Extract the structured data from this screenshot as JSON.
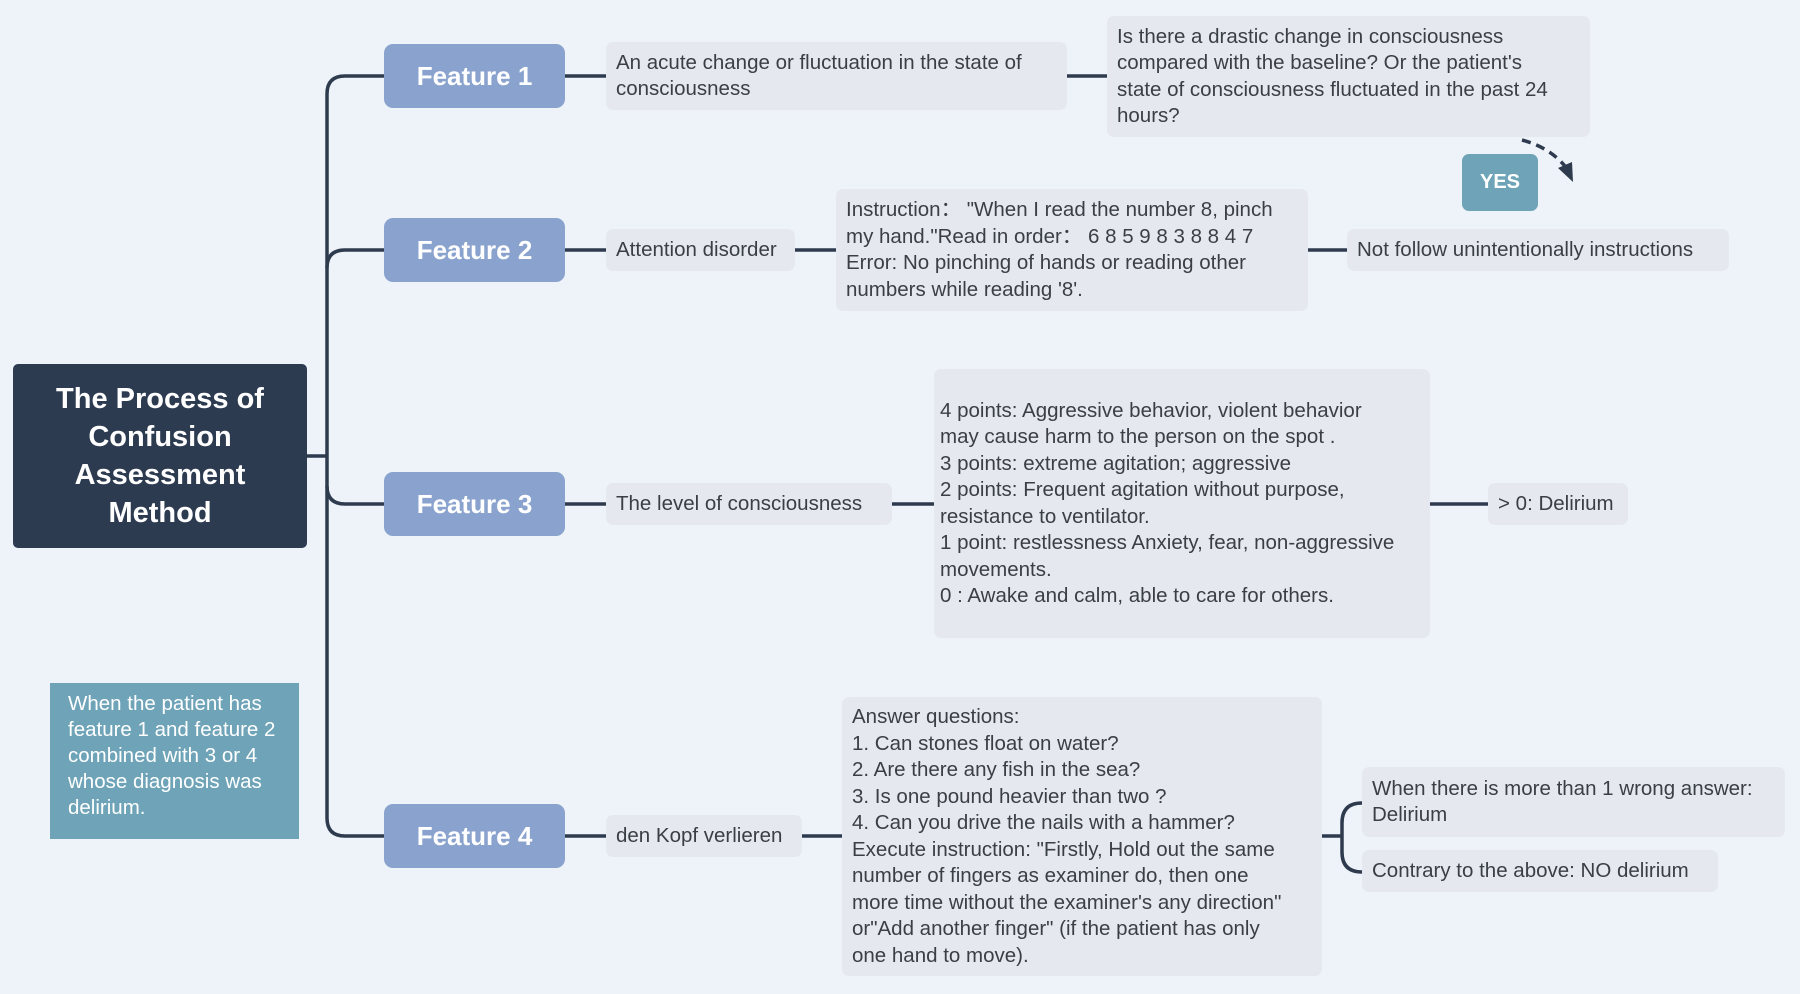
{
  "root": {
    "lines": [
      "The Process of",
      "Confusion",
      "Assessment",
      "Method"
    ]
  },
  "features": [
    {
      "label": "Feature 1",
      "description": [
        "An acute change or fluctuation in the state of",
        "consciousness"
      ],
      "detail": [
        "Is there a drastic change in consciousness",
        "compared  with the baseline? Or  the patient's",
        "state of consciousness fluctuated in the past 24",
        "hours?"
      ]
    },
    {
      "label": "Feature 2",
      "description": [
        "Attention disorder"
      ],
      "detail": [
        "Instruction： \"When I read the number 8, pinch",
        "my hand.\"Read in order： 6 8 5 9 8 3 8 8 4 7",
        "Error: No pinching of hands or reading other",
        "numbers while reading '8'."
      ],
      "result": "Not follow unintentionally instructions"
    },
    {
      "label": "Feature 3",
      "description": [
        "The level of consciousness"
      ],
      "detail": [
        "4 points: Aggressive behavior, violent behavior",
        "may cause harm to the person on the spot .",
        "3 points: extreme agitation; aggressive",
        "2 points: Frequent agitation without purpose,",
        "resistance to ventilator.",
        "1 point: restlessness Anxiety, fear, non-aggressive",
        "movements.",
        "0 : Awake and calm, able to care for others."
      ],
      "result": "> 0: Delirium"
    },
    {
      "label": "Feature 4",
      "description": [
        "den Kopf verlieren"
      ],
      "detail": [
        "Answer questions:",
        "1. Can stones float on water?",
        "2. Are there any fish in the sea?",
        "3. Is one pound heavier than two ?",
        "4. Can you drive the nails with a hammer?",
        "Execute instruction: \"Firstly, Hold out the same",
        "number of fingers as examiner do, then one",
        "more time without the examiner's any direction\"",
        "or\"Add another finger\" (if the patient has only",
        "one hand to move)."
      ],
      "results": [
        [
          "When there is more than 1 wrong answer:",
          "Delirium"
        ],
        [
          "Contrary to the above: NO delirium"
        ]
      ]
    }
  ],
  "yes_label": "YES",
  "note": [
    "When the patient has",
    "feature 1 and feature 2",
    "combined with 3 or  4",
    "whose diagnosis was",
    " delirium."
  ],
  "colors": {
    "background": "#eef3fa",
    "root": "#2d3b50",
    "feature": "#8aa3ce",
    "box": "#e5e9ef",
    "note": "#6fa4b8",
    "line": "#2e3a4d"
  }
}
